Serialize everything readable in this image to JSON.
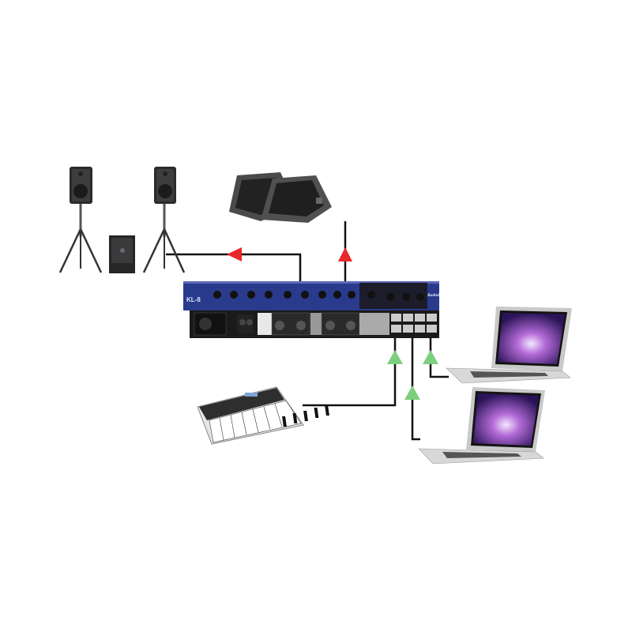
{
  "diagram": {
    "devices": {
      "mixer": {
        "model_label": "KL-8",
        "brand_label": "Radial"
      },
      "pa_speakers": 2,
      "subwoofer": 1,
      "stage_monitors": 2,
      "midi_keyboard": 1,
      "laptops": 2
    },
    "colors": {
      "output_arrow": "#e8282a",
      "input_arrow": "#7ccf7e",
      "cable": "#111111",
      "mixer_front": "#2a3a8c",
      "mixer_rear": "#1a1a1a"
    }
  }
}
